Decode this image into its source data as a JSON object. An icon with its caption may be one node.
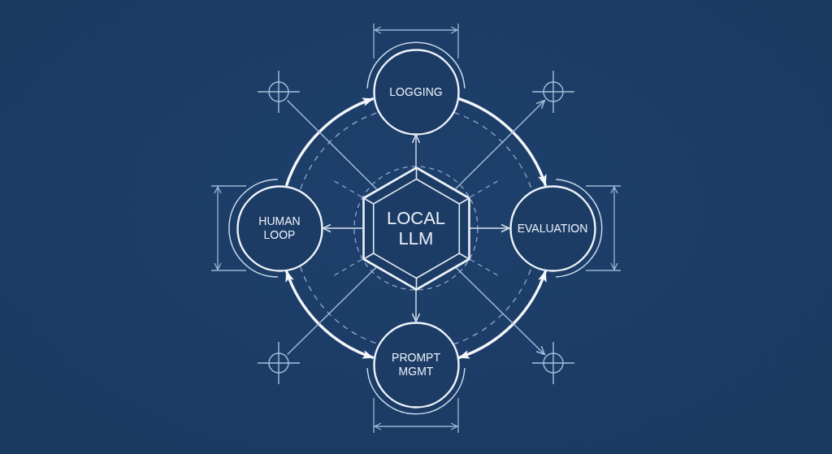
{
  "diagram": {
    "nodes": [
      {
        "text": [],
        "shape": "crosshair"
      },
      {
        "text": [
          "LOGGING"
        ]
      },
      {
        "text": [],
        "shape": "crosshair"
      },
      {
        "text": [
          "HUMAN LOOP"
        ]
      },
      {
        "text": [
          "LOCAL LLM"
        ]
      },
      {
        "text": [
          "EVALUATION"
        ]
      },
      {
        "text": [],
        "shape": "crosshair"
      },
      {
        "text": [
          "PROMPT MGMT"
        ]
      },
      {
        "text": [],
        "shape": "crosshair"
      }
    ],
    "edges": [
      {
        "from": 3,
        "to": 1,
        "arrow": "to",
        "style": "thick"
      },
      {
        "from": 1,
        "to": 5,
        "arrow": "to",
        "style": "thick"
      },
      {
        "from": 5,
        "to": 7,
        "arrow": "both",
        "style": "thick"
      },
      {
        "from": 7,
        "to": 3,
        "arrow": "both",
        "style": "thick"
      },
      {
        "from": 4,
        "to": 1,
        "arrow": "to"
      },
      {
        "from": 4,
        "to": 3,
        "arrow": "to"
      },
      {
        "from": 4,
        "to": 5,
        "arrow": "to"
      },
      {
        "from": 4,
        "to": 7,
        "arrow": "to"
      },
      {
        "from": 4,
        "to": 0,
        "arrow": "none",
        "color": "#a6bedc"
      },
      {
        "from": 4,
        "to": 2,
        "arrow": "to",
        "color": "#a6bedc"
      },
      {
        "from": 4,
        "to": 6,
        "arrow": "none",
        "color": "#a6bedc"
      },
      {
        "from": 4,
        "to": 8,
        "arrow": "to",
        "color": "#a6bedc"
      }
    ]
  }
}
